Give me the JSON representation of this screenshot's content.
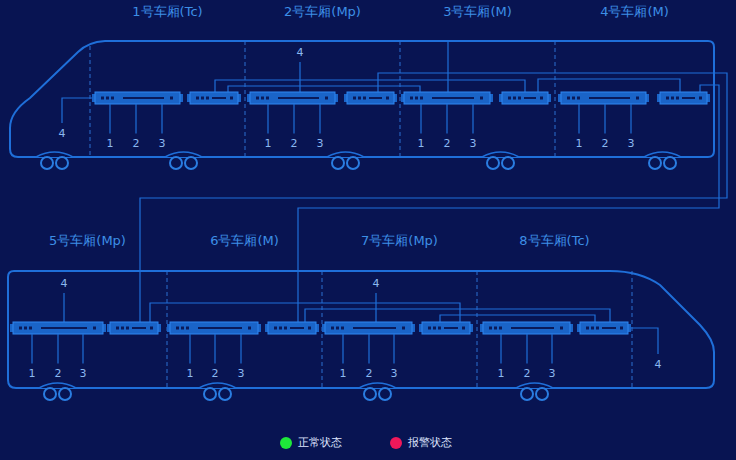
{
  "diagram": {
    "nodes": [
      {
        "text": [
          "1号车厢(Tc)"
        ]
      },
      {
        "text": [
          "2号车厢(Mp)"
        ]
      },
      {
        "text": [
          "3号车厢(M)"
        ]
      },
      {
        "text": [
          "4号车厢(M)"
        ]
      },
      {
        "text": [
          "5号车厢(Mp)"
        ]
      },
      {
        "text": [
          "6号车厢(M)"
        ]
      },
      {
        "text": [
          "7号车厢(Mp)"
        ]
      },
      {
        "text": [
          "8号车厢(Tc)"
        ]
      }
    ],
    "labels": [
      "4",
      "1",
      "2",
      "3",
      "4",
      "1",
      "2",
      "3",
      "1",
      "2",
      "3",
      "1",
      "2",
      "3",
      "4",
      "1",
      "2",
      "3",
      "1",
      "2",
      "3",
      "4",
      "1",
      "2",
      "3",
      "1",
      "2",
      "3",
      "4"
    ],
    "legend": [
      {
        "text": "正常状态",
        "color": "#1ee83a"
      },
      {
        "text": "报警状态",
        "color": "#f0185a"
      }
    ]
  }
}
